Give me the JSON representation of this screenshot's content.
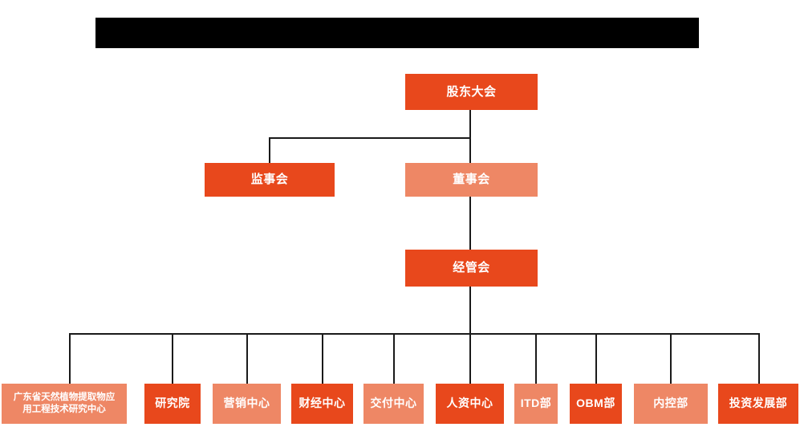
{
  "chart_data": {
    "type": "diagram",
    "diagram_kind": "organization-chart",
    "title": "",
    "orientation": "top-down",
    "levels": 4,
    "nodes": [
      {
        "id": "shareholders",
        "label": "股东大会",
        "level": 1,
        "color": "#E8481C"
      },
      {
        "id": "supervisory",
        "label": "监事会",
        "level": 2,
        "color": "#E8481C"
      },
      {
        "id": "board",
        "label": "董事会",
        "level": 2,
        "color": "#EE8765"
      },
      {
        "id": "management",
        "label": "经管会",
        "level": 3,
        "color": "#E8481C"
      },
      {
        "id": "gd-center",
        "label": "广东省天然植物提取物应用工程技术研究中心",
        "level": 4,
        "color": "#EE8765"
      },
      {
        "id": "research",
        "label": "研究院",
        "level": 4,
        "color": "#E8481C"
      },
      {
        "id": "marketing",
        "label": "营销中心",
        "level": 4,
        "color": "#EE8765"
      },
      {
        "id": "finance",
        "label": "财经中心",
        "level": 4,
        "color": "#E8481C"
      },
      {
        "id": "delivery",
        "label": "交付中心",
        "level": 4,
        "color": "#EE8765"
      },
      {
        "id": "hr",
        "label": "人资中心",
        "level": 4,
        "color": "#E8481C"
      },
      {
        "id": "itd",
        "label": "ITD部",
        "level": 4,
        "color": "#EE8765"
      },
      {
        "id": "obm",
        "label": "OBM部",
        "level": 4,
        "color": "#E8481C"
      },
      {
        "id": "internal",
        "label": "内控部",
        "level": 4,
        "color": "#EE8765"
      },
      {
        "id": "investment",
        "label": "投资发展部",
        "level": 4,
        "color": "#E8481C"
      }
    ],
    "edges": [
      {
        "from": "shareholders",
        "to": "supervisory"
      },
      {
        "from": "shareholders",
        "to": "board"
      },
      {
        "from": "board",
        "to": "management"
      },
      {
        "from": "management",
        "to": "gd-center"
      },
      {
        "from": "management",
        "to": "research"
      },
      {
        "from": "management",
        "to": "marketing"
      },
      {
        "from": "management",
        "to": "finance"
      },
      {
        "from": "management",
        "to": "delivery"
      },
      {
        "from": "management",
        "to": "hr"
      },
      {
        "from": "management",
        "to": "itd"
      },
      {
        "from": "management",
        "to": "obm"
      },
      {
        "from": "management",
        "to": "internal"
      },
      {
        "from": "management",
        "to": "investment"
      }
    ],
    "colors": {
      "accent_dark": "#E8481C",
      "accent_light": "#EE8765",
      "connector": "#1a1a1a",
      "background": "#FFFFFF",
      "redaction": "#000000"
    }
  },
  "chart": {
    "top": {
      "shareholders": "股东大会"
    },
    "row2": {
      "supervisory": "监事会",
      "board": "董事会"
    },
    "row3": {
      "management": "经管会"
    },
    "departments": [
      {
        "label_line1": "广东省天然植物提取物应",
        "label_line2": "用工程技术研究中心",
        "label": "广东省天然植物提取物应用工程技术研究中心"
      },
      {
        "label": "研究院"
      },
      {
        "label": "营销中心"
      },
      {
        "label": "财经中心"
      },
      {
        "label": "交付中心"
      },
      {
        "label": "人资中心"
      },
      {
        "label": "ITD部"
      },
      {
        "label": "OBM部"
      },
      {
        "label": "内控部"
      },
      {
        "label": "投资发展部"
      }
    ],
    "redaction": {
      "label": ""
    }
  }
}
